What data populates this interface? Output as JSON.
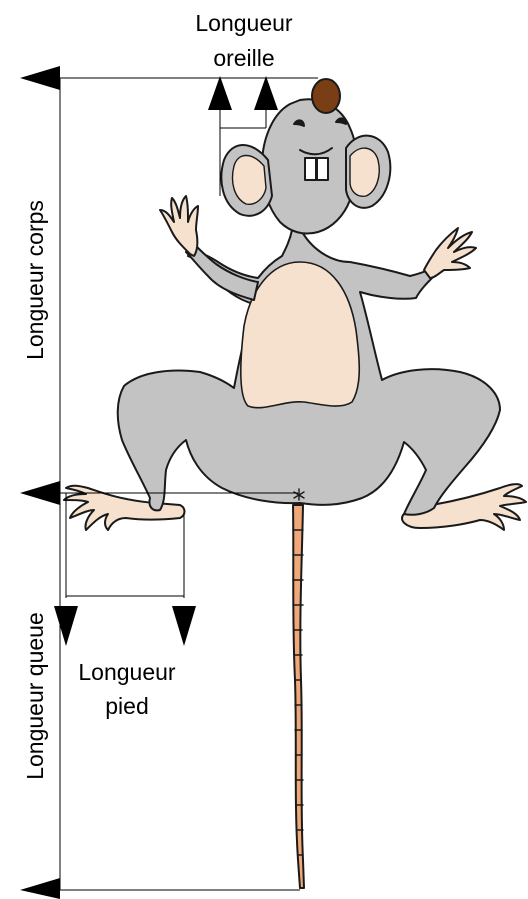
{
  "labels": {
    "ear_length_line1": "Longueur",
    "ear_length_line2": "oreille",
    "body_length": "Longueur corps",
    "tail_length": "Longueur queue",
    "foot_length_line1": "Longueur",
    "foot_length_line2": "pied"
  },
  "colors": {
    "fur": "#c3c3c3",
    "belly_skin": "#f5e1cd",
    "nose": "#7a3e14",
    "tail": "#f0a878",
    "outline": "#1a1a1a",
    "measure_line": "#000000"
  }
}
